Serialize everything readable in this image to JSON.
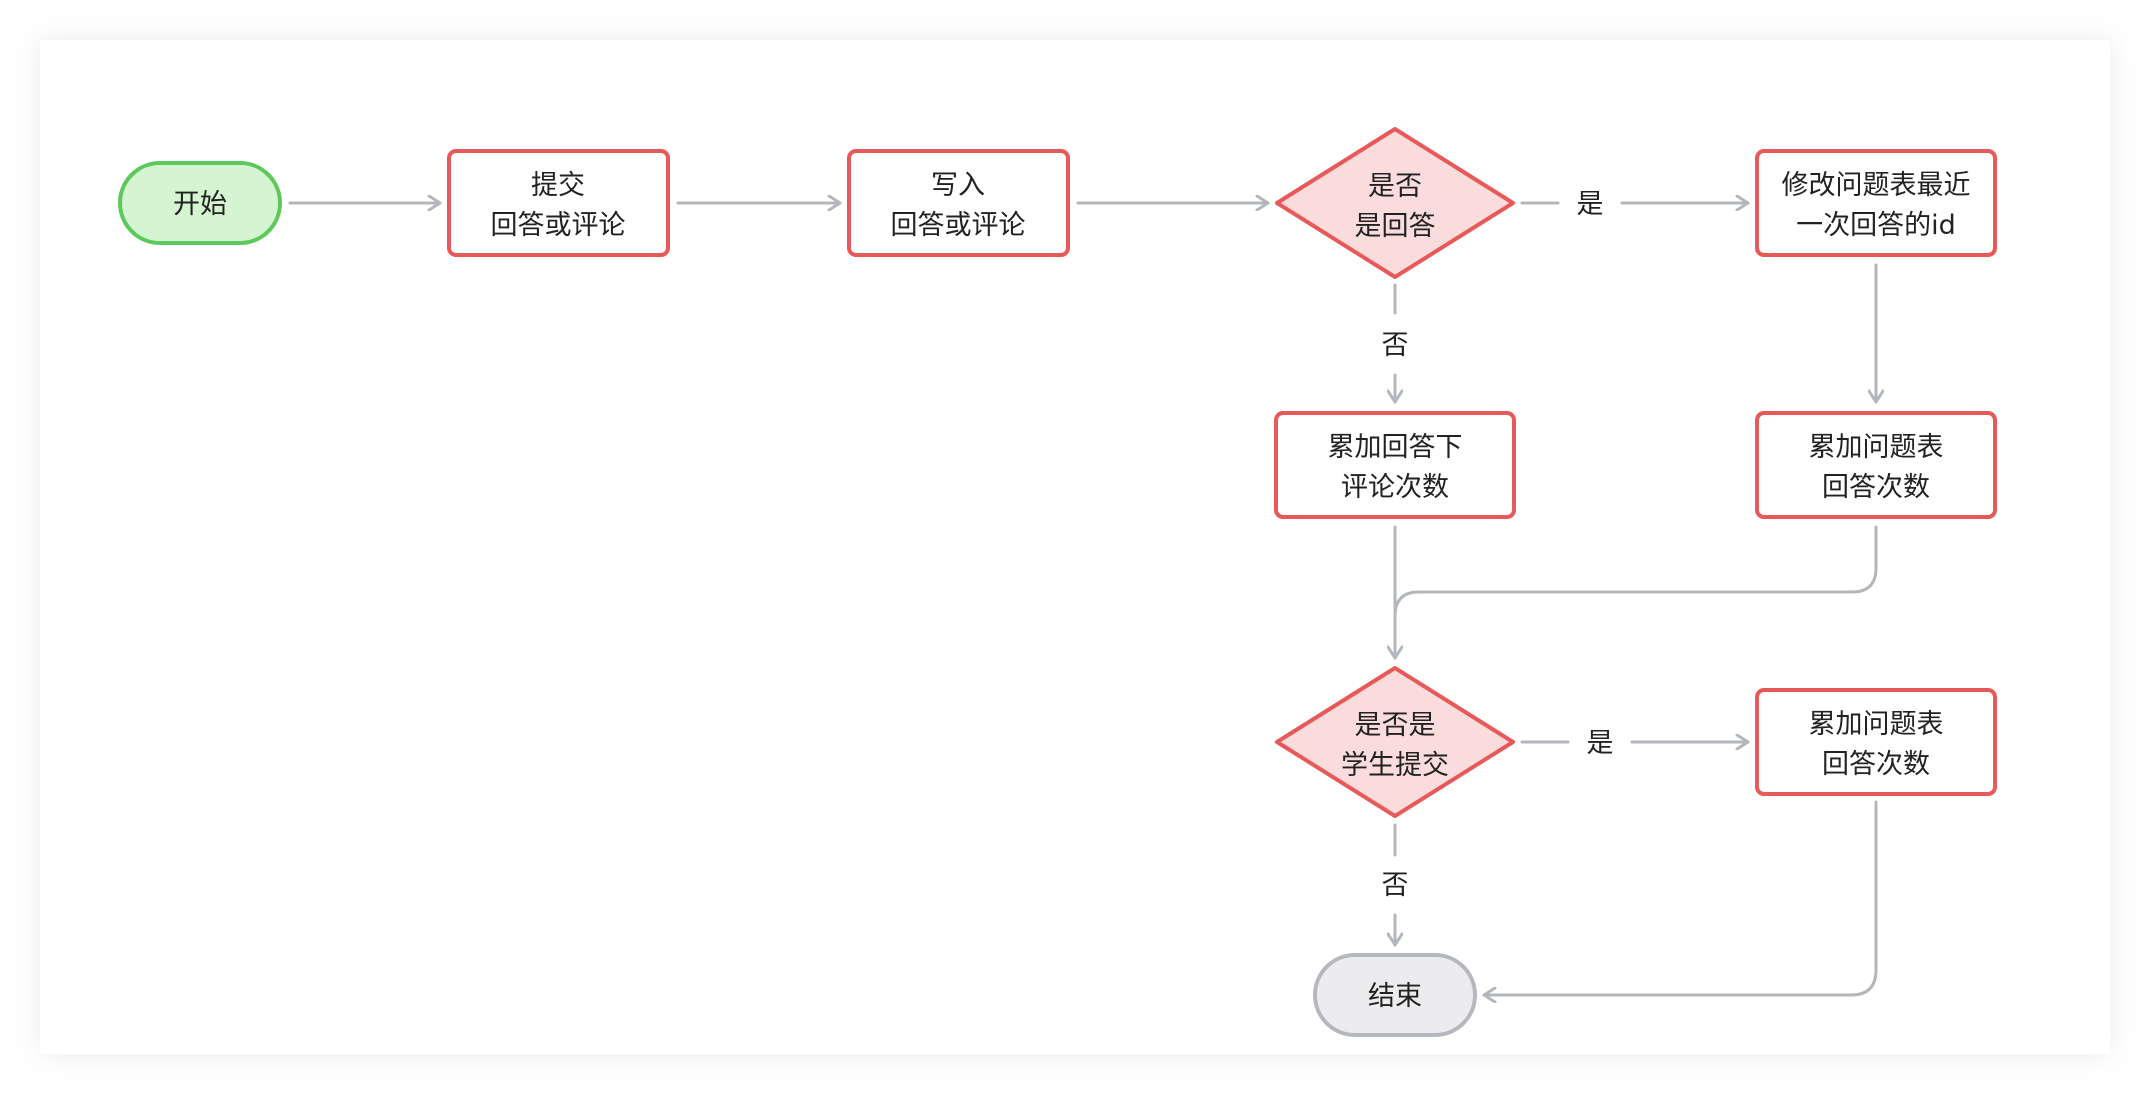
{
  "colors": {
    "process_stroke": "#e85a5a",
    "process_fill": "#ffffff",
    "decision_fill": "#fbdcdc",
    "start_fill": "#d5f5d2",
    "start_stroke": "#5cc95a",
    "end_fill": "#ececee",
    "end_stroke": "#b5b8bd",
    "arrow": "#b3b6bb",
    "text": "#222222"
  },
  "nodes": {
    "start": {
      "line1": "开始"
    },
    "submit": {
      "line1": "提交",
      "line2": "回答或评论"
    },
    "write": {
      "line1": "写入",
      "line2": "回答或评论"
    },
    "is_answer": {
      "line1": "是否",
      "line2": "是回答"
    },
    "update_latest": {
      "line1": "修改问题表最近",
      "line2": "一次回答的id"
    },
    "add_comment_count": {
      "line1": "累加回答下",
      "line2": "评论次数"
    },
    "add_answer_count_1": {
      "line1": "累加问题表",
      "line2": "回答次数"
    },
    "is_student": {
      "line1": "是否是",
      "line2": "学生提交"
    },
    "add_answer_count_2": {
      "line1": "累加问题表",
      "line2": "回答次数"
    },
    "end": {
      "line1": "结束"
    }
  },
  "edges": {
    "is_answer_yes": "是",
    "is_answer_no": "否",
    "is_student_yes": "是",
    "is_student_no": "否"
  }
}
